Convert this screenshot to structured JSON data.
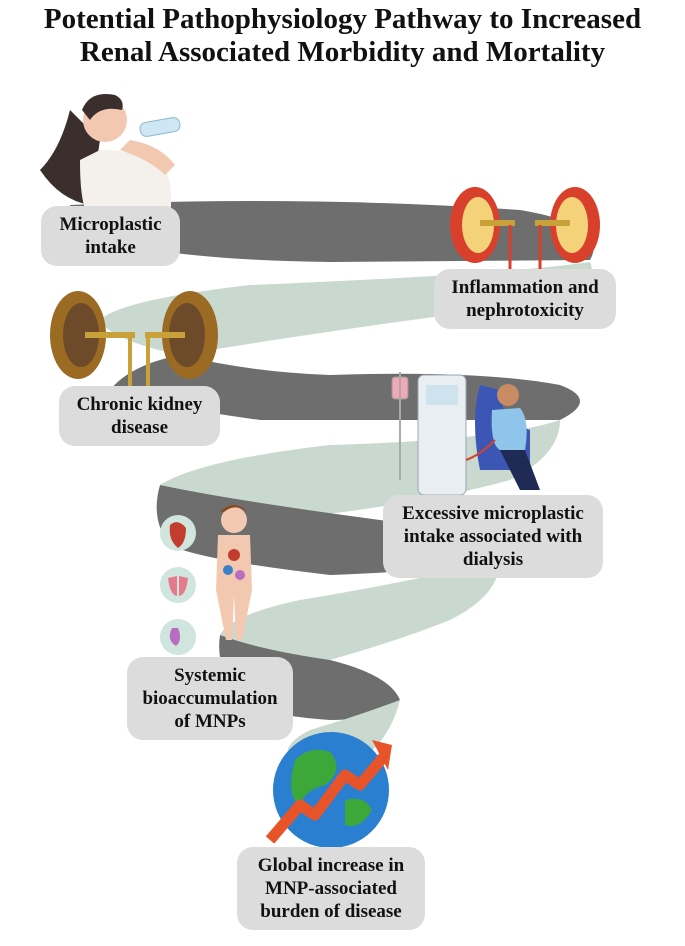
{
  "title": {
    "line1": "Potential Pathophysiology Pathway to Increased",
    "line2": "Renal Associated Morbidity and Mortality"
  },
  "steps": [
    {
      "lines": [
        "Microplastic",
        "intake"
      ]
    },
    {
      "lines": [
        "Inflammation and",
        "nephrotoxicity"
      ]
    },
    {
      "lines": [
        "Chronic kidney",
        "disease"
      ]
    },
    {
      "lines": [
        "Excessive microplastic",
        "intake associated with",
        "dialysis"
      ]
    },
    {
      "lines": [
        "Systemic",
        "bioaccumulation",
        "of MNPs"
      ]
    },
    {
      "lines": [
        "Global increase in",
        "MNP-associated",
        "burden of disease"
      ]
    }
  ],
  "colors": {
    "ribbon_dark": "#6e6e6e",
    "ribbon_light": "#c9d9cf",
    "label_bg": "#dcdcdc",
    "kidney_red": "#d8402c",
    "kidney_gold": "#c9a13a",
    "chair_blue": "#3b56b4",
    "globe_blue": "#2b7fd0",
    "globe_green": "#3ca83a",
    "arrow_orange": "#e8542a"
  },
  "icons": [
    "woman-drinking-icon",
    "kidneys-icon",
    "kidneys-icon",
    "dialysis-icon",
    "body-organs-icon",
    "globe-arrow-icon"
  ]
}
